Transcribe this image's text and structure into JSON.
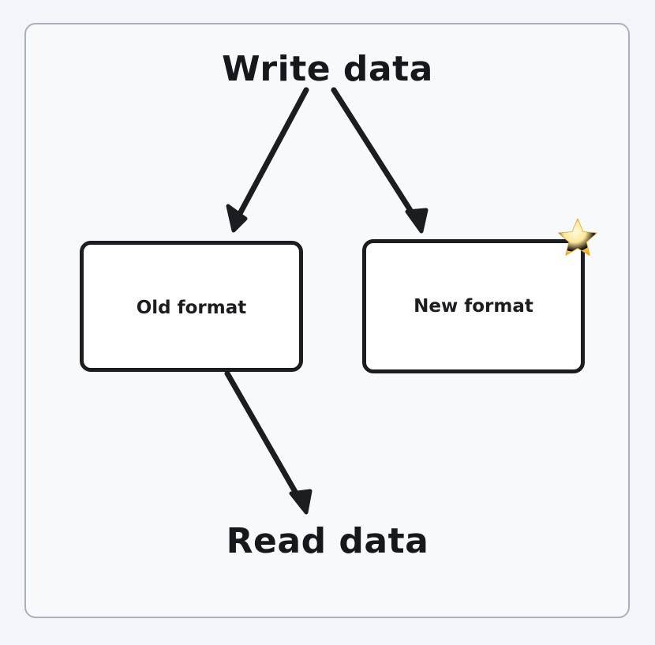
{
  "diagram": {
    "title_top": "Write data",
    "title_bottom": "Read data",
    "nodes": [
      {
        "id": "old-format",
        "label": "Old format"
      },
      {
        "id": "new-format",
        "label": "New format",
        "badge": "star-icon"
      }
    ],
    "edges": [
      {
        "from": "Write data",
        "to": "Old format"
      },
      {
        "from": "Write data",
        "to": "New format"
      },
      {
        "from": "Old format",
        "to": "Read data"
      }
    ],
    "badge_icon_name": "star-icon",
    "colors": {
      "page_background": "#f3f5f8",
      "frame_background": "#f8f9fb",
      "frame_border": "#a9b1c0",
      "node_fill": "#ffffff",
      "node_stroke": "#1b1d21",
      "text": "#16181c",
      "arrow": "#1b1d21",
      "star_gold": "#f5b731",
      "star_light": "#fdf3c4"
    }
  }
}
